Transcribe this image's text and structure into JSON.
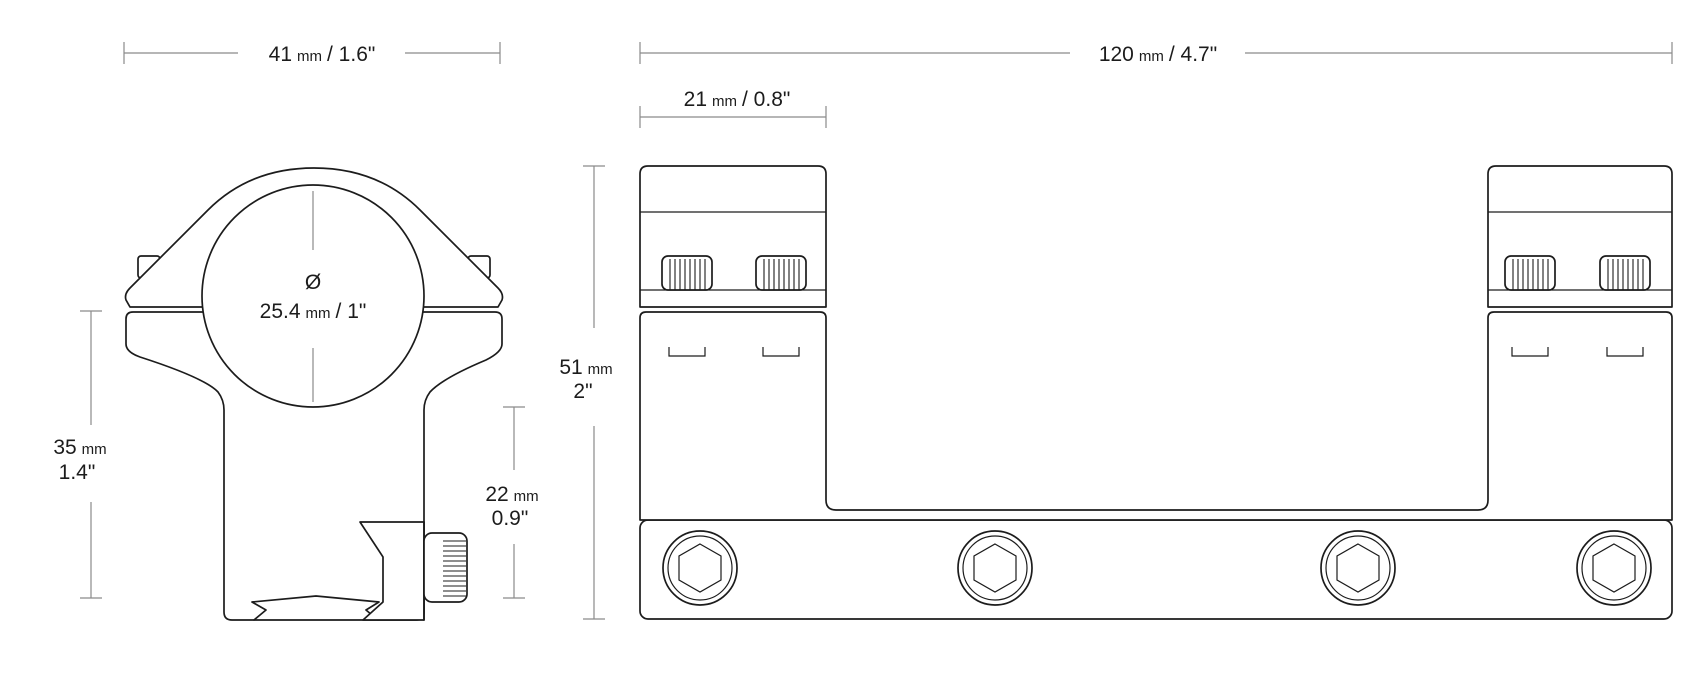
{
  "dimensions": {
    "width_41": {
      "value": "41",
      "unit": "mm",
      "imperial": "/ 1.6\""
    },
    "length_120": {
      "value": "120",
      "unit": "mm",
      "imperial": "/ 4.7\""
    },
    "ring_width_21": {
      "value": "21",
      "unit": "mm",
      "imperial": "/ 0.8\""
    },
    "tube_diameter": {
      "symbol": "Ø",
      "value": "25.4",
      "unit": "mm",
      "imperial": "/ 1\""
    },
    "height_51": {
      "value": "51",
      "unit": "mm",
      "imperial": "2\""
    },
    "height_35": {
      "value": "35",
      "unit": "mm",
      "imperial": "1.4\""
    },
    "height_22": {
      "value": "22",
      "unit": "mm",
      "imperial": "0.9\""
    }
  }
}
